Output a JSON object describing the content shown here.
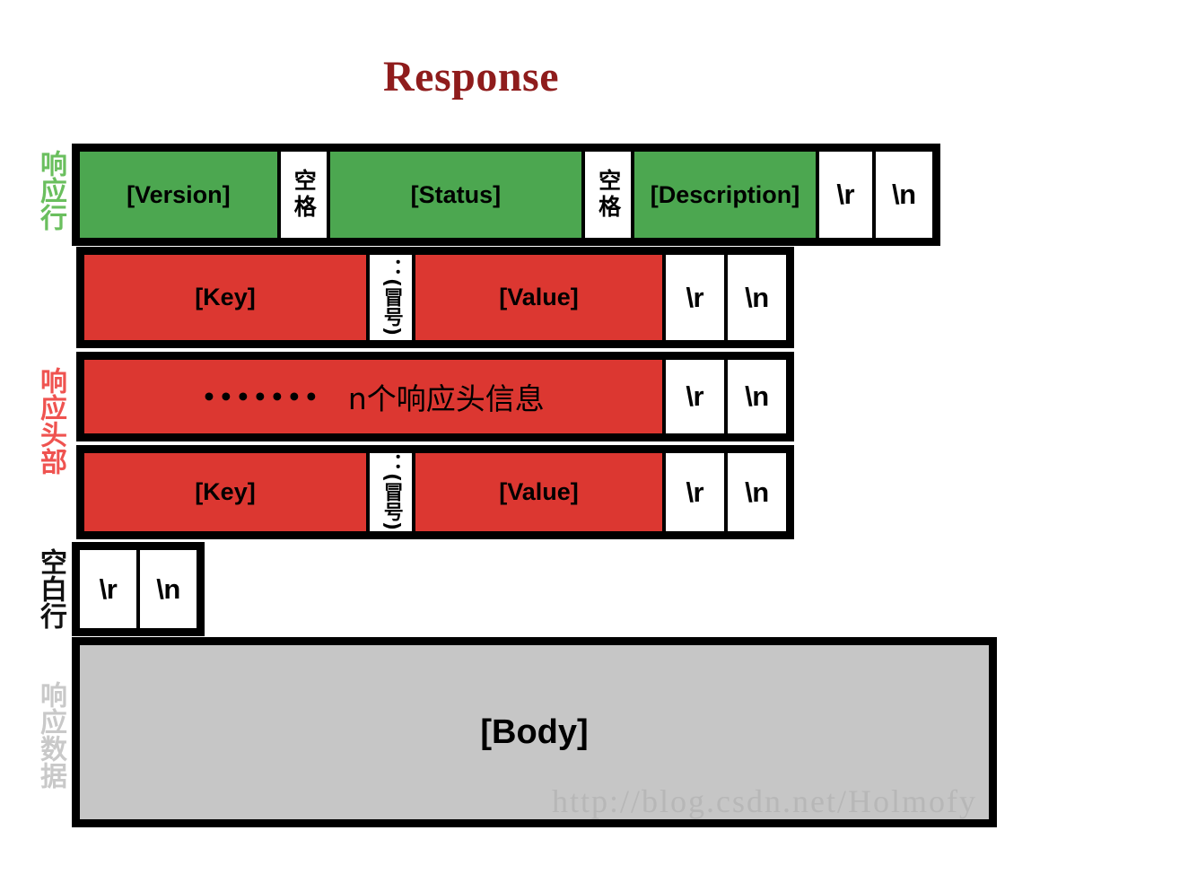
{
  "title": "Response",
  "colors": {
    "title": "#8f1c1c",
    "response_line": "#4CA750",
    "response_header": "#DC3731",
    "response_body": "#c6c6c6",
    "escape_cell": "#ffffff",
    "border": "#000000"
  },
  "side_labels": {
    "response_line": "响应行",
    "response_header": "响应头部",
    "blank_line": "空白行",
    "response_body": "响应数据"
  },
  "response_line": {
    "version": "[Version]",
    "space_1": "空格",
    "status": "[Status]",
    "space_2": "空格",
    "description": "[Description]",
    "cr": "\\r",
    "lf": "\\n"
  },
  "header_row_1": {
    "key": "[Key]",
    "colon": "：(冒号)",
    "value": "[Value]",
    "cr": "\\r",
    "lf": "\\n"
  },
  "header_row_ellipsis": {
    "dots": "•••••••",
    "text": "n个响应头信息",
    "cr": "\\r",
    "lf": "\\n"
  },
  "header_row_2": {
    "key": "[Key]",
    "colon": "：(冒号)",
    "value": "[Value]",
    "cr": "\\r",
    "lf": "\\n"
  },
  "blank_line": {
    "cr": "\\r",
    "lf": "\\n"
  },
  "body": {
    "label": "[Body]"
  },
  "watermark": "http://blog.csdn.net/Holmofy"
}
